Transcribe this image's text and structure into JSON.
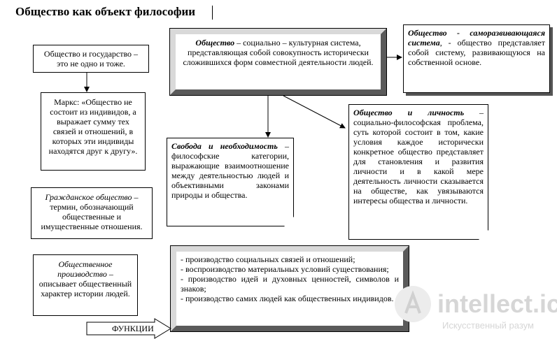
{
  "title": "Общество как объект философии",
  "boxes": {
    "society_state": "Общество и государство – это не одно и тоже.",
    "marx": "Маркс: «Общество не состоит из индивидов, а выражает сумму тех связей и отношений, в которых эти индивиды находятся друг к другу».",
    "civil_term": "Гражданское общество",
    "civil_rest": " – термин, обозначающий общественные и имущественные отношения.",
    "prod_term": "Общественное производство",
    "prod_rest": " – описывает общественный характер истории людей.",
    "central_term": "Общество",
    "central_rest": " – социально – культурная система, представляющая собой совокупность исторически сложившихся форм совместной деятельности людей.",
    "self_term": "Общество - саморазвивающаяся система",
    "self_rest": ", - общество представляет собой систему, развивающуюся на собственной основе.",
    "freedom_term": "Свобода и необходимость",
    "freedom_rest": " – философские категории, выражающие взаимоотношение между деятельностью людей и объективными законами природы и общества.",
    "person_term": "Общество и личность",
    "person_rest": " – социально-философская проблема, суть которой состоит в том, какие условия каждое исторически конкретное общество представляет для становления и развития личности и в какой мере деятельность личности сказывается на обществе, как увязываются интересы общества и личности.",
    "functions": [
      "- производство социальных связей и отношений;",
      "- воспроизводство материальных условий существования;",
      "- производство идей и духовных ценностей, символов и знаков;",
      "- производство самих людей как общественных индивидов."
    ]
  },
  "arrow_label": "ФУНКЦИИ",
  "watermark": {
    "name": "intellect.icu",
    "subtitle": "Искусственный разум"
  },
  "colors": {
    "bevel_light": "#d9d9d9",
    "bevel_dark": "#5a5a5a",
    "watermark": "#d6d6d6"
  }
}
